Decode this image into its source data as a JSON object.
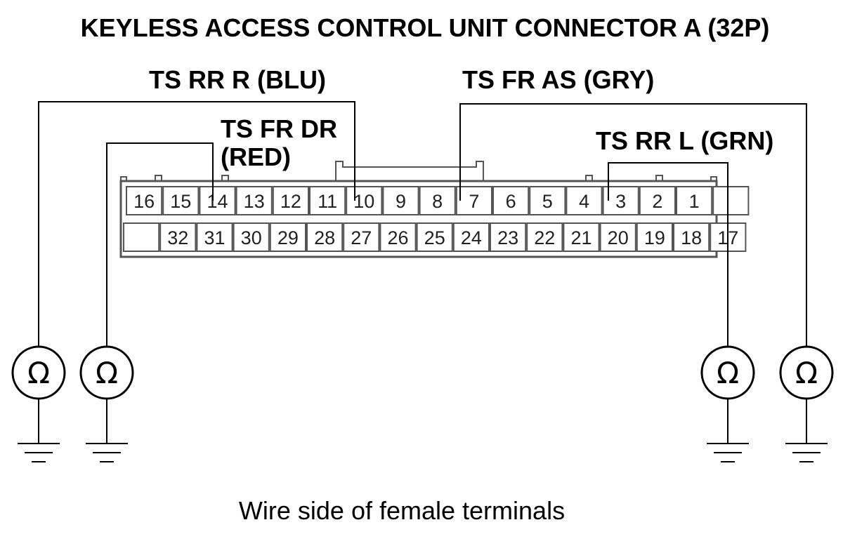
{
  "diagram": {
    "title": "KEYLESS ACCESS CONTROL UNIT CONNECTOR A (32P)",
    "caption": "Wire side of female terminals",
    "meter_symbol": "Ω",
    "connector": {
      "top_row": [
        "16",
        "15",
        "14",
        "13",
        "12",
        "11",
        "10",
        "9",
        "8",
        "7",
        "6",
        "5",
        "4",
        "3",
        "2",
        "1"
      ],
      "bottom_row": [
        "32",
        "31",
        "30",
        "29",
        "28",
        "27",
        "26",
        "25",
        "24",
        "23",
        "22",
        "21",
        "20",
        "19",
        "18",
        "17"
      ]
    },
    "wires": [
      {
        "id": "ts-rr-r",
        "label": "TS RR R (BLU)",
        "pin": "10"
      },
      {
        "id": "ts-fr-dr",
        "label_line1": "TS FR DR",
        "label_line2": "(RED)",
        "pin": "14"
      },
      {
        "id": "ts-fr-as",
        "label": "TS FR AS (GRY)",
        "pin": "7"
      },
      {
        "id": "ts-rr-l",
        "label": "TS RR L (GRN)",
        "pin": "3"
      }
    ]
  }
}
